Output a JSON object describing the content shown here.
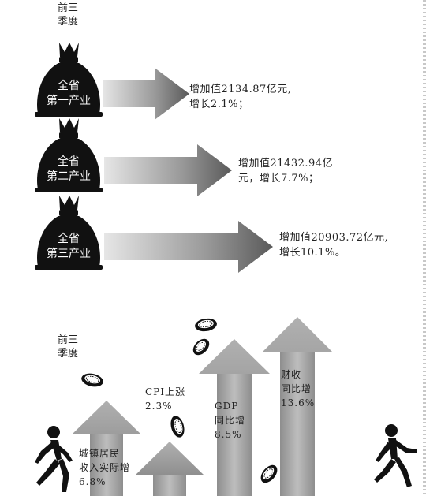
{
  "top": {
    "period": [
      "前三",
      "季度"
    ],
    "sectors": [
      {
        "bag_label": [
          "全省",
          "第一产业"
        ],
        "stat_lines": [
          "增加值2134.87亿元,",
          "增长2.1%；"
        ]
      },
      {
        "bag_label": [
          "全省",
          "第二产业"
        ],
        "stat_lines": [
          "增加值21432.94亿",
          "元，增长7.7%；"
        ]
      },
      {
        "bag_label": [
          "全省",
          "第三产业"
        ],
        "stat_lines": [
          "增加值20903.72亿元,",
          "增长10.1%。"
        ]
      }
    ]
  },
  "bottom": {
    "period": [
      "前三",
      "季度"
    ],
    "indicators": [
      {
        "lines": [
          "城镇居民",
          "收入实际增",
          "6.8%"
        ],
        "value": 6.8
      },
      {
        "lines": [
          "CPI上涨",
          "2.3%"
        ],
        "value": 2.3
      },
      {
        "lines": [
          "GDP",
          "同比增",
          "8.5%"
        ],
        "value": 8.5
      },
      {
        "lines": [
          "财收",
          "同比增",
          "13.6%"
        ],
        "value": 13.6
      }
    ]
  },
  "icons": {
    "bag": "money-bag-icon",
    "arrow_right": "arrow-right-icon",
    "arrow_up": "arrow-up-icon",
    "coin": "coin-icon",
    "runner": "runner-icon"
  }
}
